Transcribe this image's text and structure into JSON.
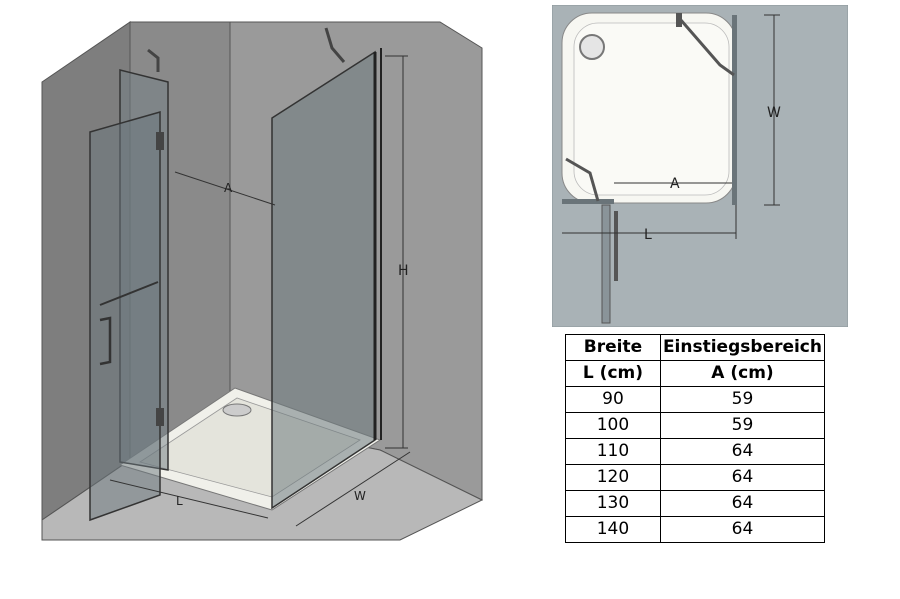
{
  "iso_drawing": {
    "dim_a": "A",
    "dim_h": "H",
    "dim_l": "L",
    "dim_w": "W"
  },
  "plan_drawing": {
    "dim_w": "W",
    "dim_a": "A",
    "dim_l": "L"
  },
  "table": {
    "header_row1": [
      "Breite",
      "Einstiegsbereich"
    ],
    "header_row2": [
      "L (cm)",
      "A (cm)"
    ],
    "rows": [
      [
        "90",
        "59"
      ],
      [
        "100",
        "59"
      ],
      [
        "110",
        "64"
      ],
      [
        "120",
        "64"
      ],
      [
        "130",
        "64"
      ],
      [
        "140",
        "64"
      ]
    ]
  }
}
